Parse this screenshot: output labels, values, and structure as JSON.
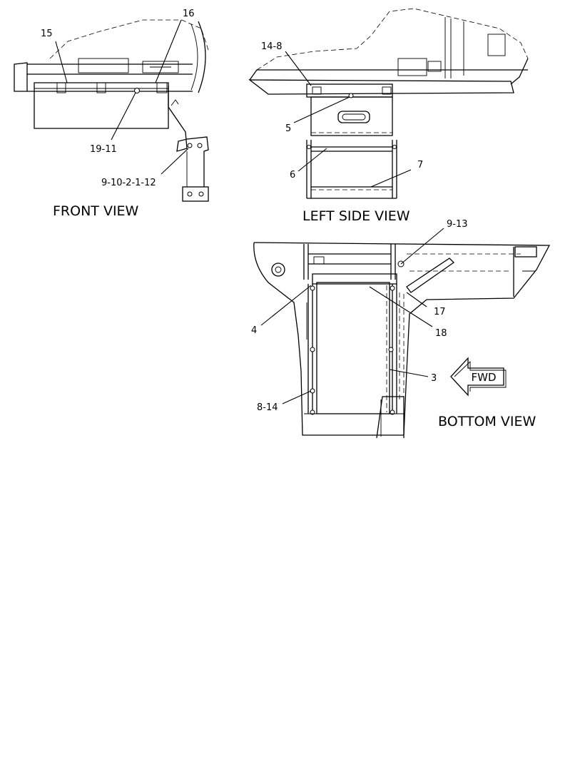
{
  "views": {
    "front": {
      "title": "FRONT VIEW"
    },
    "left_side": {
      "title": "LEFT SIDE VIEW"
    },
    "bottom": {
      "title": "BOTTOM VIEW",
      "direction_arrow": "FWD"
    }
  },
  "callouts": {
    "c15": "15",
    "c16": "16",
    "c19_11": "19-11",
    "c9_10_2_1_12": "9-10-2-1-12",
    "c14_8": "14-8",
    "c5": "5",
    "c6": "6",
    "c7": "7",
    "c9_13": "9-13",
    "c17": "17",
    "c4": "4",
    "c18": "18",
    "c3": "3",
    "c8_14": "8-14"
  }
}
